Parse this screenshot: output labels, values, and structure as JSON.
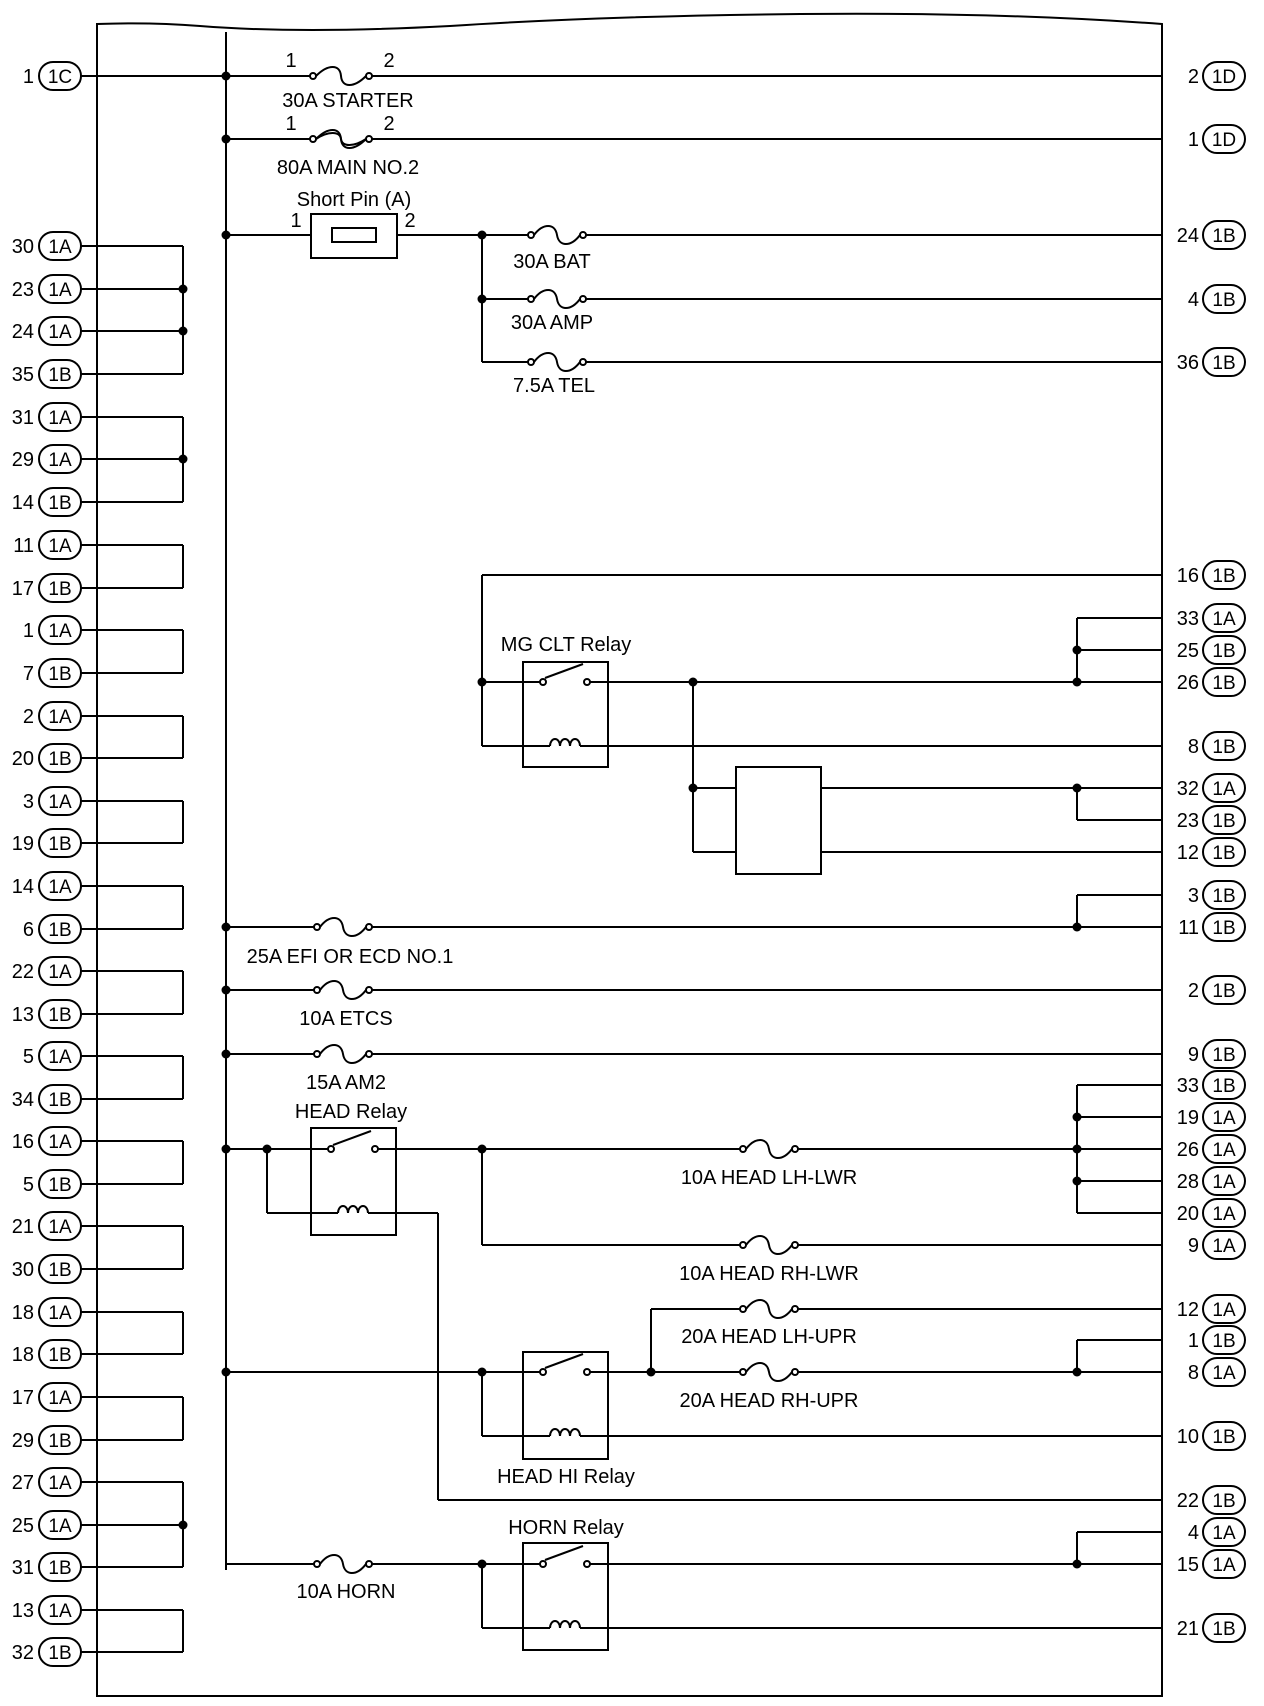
{
  "fuses": {
    "starter": "30A STARTER",
    "main2": "80A MAIN NO.2",
    "bat": "30A BAT",
    "amp": "30A AMP",
    "tel": "7.5A TEL",
    "efi": "25A EFI OR ECD NO.1",
    "etcs": "10A ETCS",
    "am2": "15A AM2",
    "head_lh_lwr": "10A HEAD LH-LWR",
    "head_rh_lwr": "10A HEAD RH-LWR",
    "head_lh_upr": "20A HEAD LH-UPR",
    "head_rh_upr": "20A HEAD RH-UPR",
    "horn": "10A HORN"
  },
  "components": {
    "short_pin": "Short Pin (A)",
    "mg_clt_relay": "MG CLT Relay",
    "head_relay": "HEAD Relay",
    "head_hi_relay": "HEAD HI Relay",
    "horn_relay": "HORN Relay"
  },
  "terminal_numbers": {
    "one": "1",
    "two": "2"
  },
  "left_connectors": [
    {
      "pin": "1",
      "conn": "1C"
    },
    {
      "pin": "30",
      "conn": "1A"
    },
    {
      "pin": "23",
      "conn": "1A"
    },
    {
      "pin": "24",
      "conn": "1A"
    },
    {
      "pin": "35",
      "conn": "1B"
    },
    {
      "pin": "31",
      "conn": "1A"
    },
    {
      "pin": "29",
      "conn": "1A"
    },
    {
      "pin": "14",
      "conn": "1B"
    },
    {
      "pin": "11",
      "conn": "1A"
    },
    {
      "pin": "17",
      "conn": "1B"
    },
    {
      "pin": "1",
      "conn": "1A"
    },
    {
      "pin": "7",
      "conn": "1B"
    },
    {
      "pin": "2",
      "conn": "1A"
    },
    {
      "pin": "20",
      "conn": "1B"
    },
    {
      "pin": "3",
      "conn": "1A"
    },
    {
      "pin": "19",
      "conn": "1B"
    },
    {
      "pin": "14",
      "conn": "1A"
    },
    {
      "pin": "6",
      "conn": "1B"
    },
    {
      "pin": "22",
      "conn": "1A"
    },
    {
      "pin": "13",
      "conn": "1B"
    },
    {
      "pin": "5",
      "conn": "1A"
    },
    {
      "pin": "34",
      "conn": "1B"
    },
    {
      "pin": "16",
      "conn": "1A"
    },
    {
      "pin": "5",
      "conn": "1B"
    },
    {
      "pin": "21",
      "conn": "1A"
    },
    {
      "pin": "30",
      "conn": "1B"
    },
    {
      "pin": "18",
      "conn": "1A"
    },
    {
      "pin": "18",
      "conn": "1B"
    },
    {
      "pin": "17",
      "conn": "1A"
    },
    {
      "pin": "29",
      "conn": "1B"
    },
    {
      "pin": "27",
      "conn": "1A"
    },
    {
      "pin": "25",
      "conn": "1A"
    },
    {
      "pin": "31",
      "conn": "1B"
    },
    {
      "pin": "13",
      "conn": "1A"
    },
    {
      "pin": "32",
      "conn": "1B"
    }
  ],
  "right_connectors": [
    {
      "pin": "2",
      "conn": "1D"
    },
    {
      "pin": "1",
      "conn": "1D"
    },
    {
      "pin": "24",
      "conn": "1B"
    },
    {
      "pin": "4",
      "conn": "1B"
    },
    {
      "pin": "36",
      "conn": "1B"
    },
    {
      "pin": "16",
      "conn": "1B"
    },
    {
      "pin": "33",
      "conn": "1A"
    },
    {
      "pin": "25",
      "conn": "1B"
    },
    {
      "pin": "26",
      "conn": "1B"
    },
    {
      "pin": "8",
      "conn": "1B"
    },
    {
      "pin": "32",
      "conn": "1A"
    },
    {
      "pin": "23",
      "conn": "1B"
    },
    {
      "pin": "12",
      "conn": "1B"
    },
    {
      "pin": "3",
      "conn": "1B"
    },
    {
      "pin": "11",
      "conn": "1B"
    },
    {
      "pin": "2",
      "conn": "1B"
    },
    {
      "pin": "9",
      "conn": "1B"
    },
    {
      "pin": "33",
      "conn": "1B"
    },
    {
      "pin": "19",
      "conn": "1A"
    },
    {
      "pin": "26",
      "conn": "1A"
    },
    {
      "pin": "28",
      "conn": "1A"
    },
    {
      "pin": "20",
      "conn": "1A"
    },
    {
      "pin": "9",
      "conn": "1A"
    },
    {
      "pin": "12",
      "conn": "1A"
    },
    {
      "pin": "1",
      "conn": "1B"
    },
    {
      "pin": "8",
      "conn": "1A"
    },
    {
      "pin": "10",
      "conn": "1B"
    },
    {
      "pin": "22",
      "conn": "1B"
    },
    {
      "pin": "4",
      "conn": "1A"
    },
    {
      "pin": "15",
      "conn": "1A"
    },
    {
      "pin": "21",
      "conn": "1B"
    }
  ]
}
